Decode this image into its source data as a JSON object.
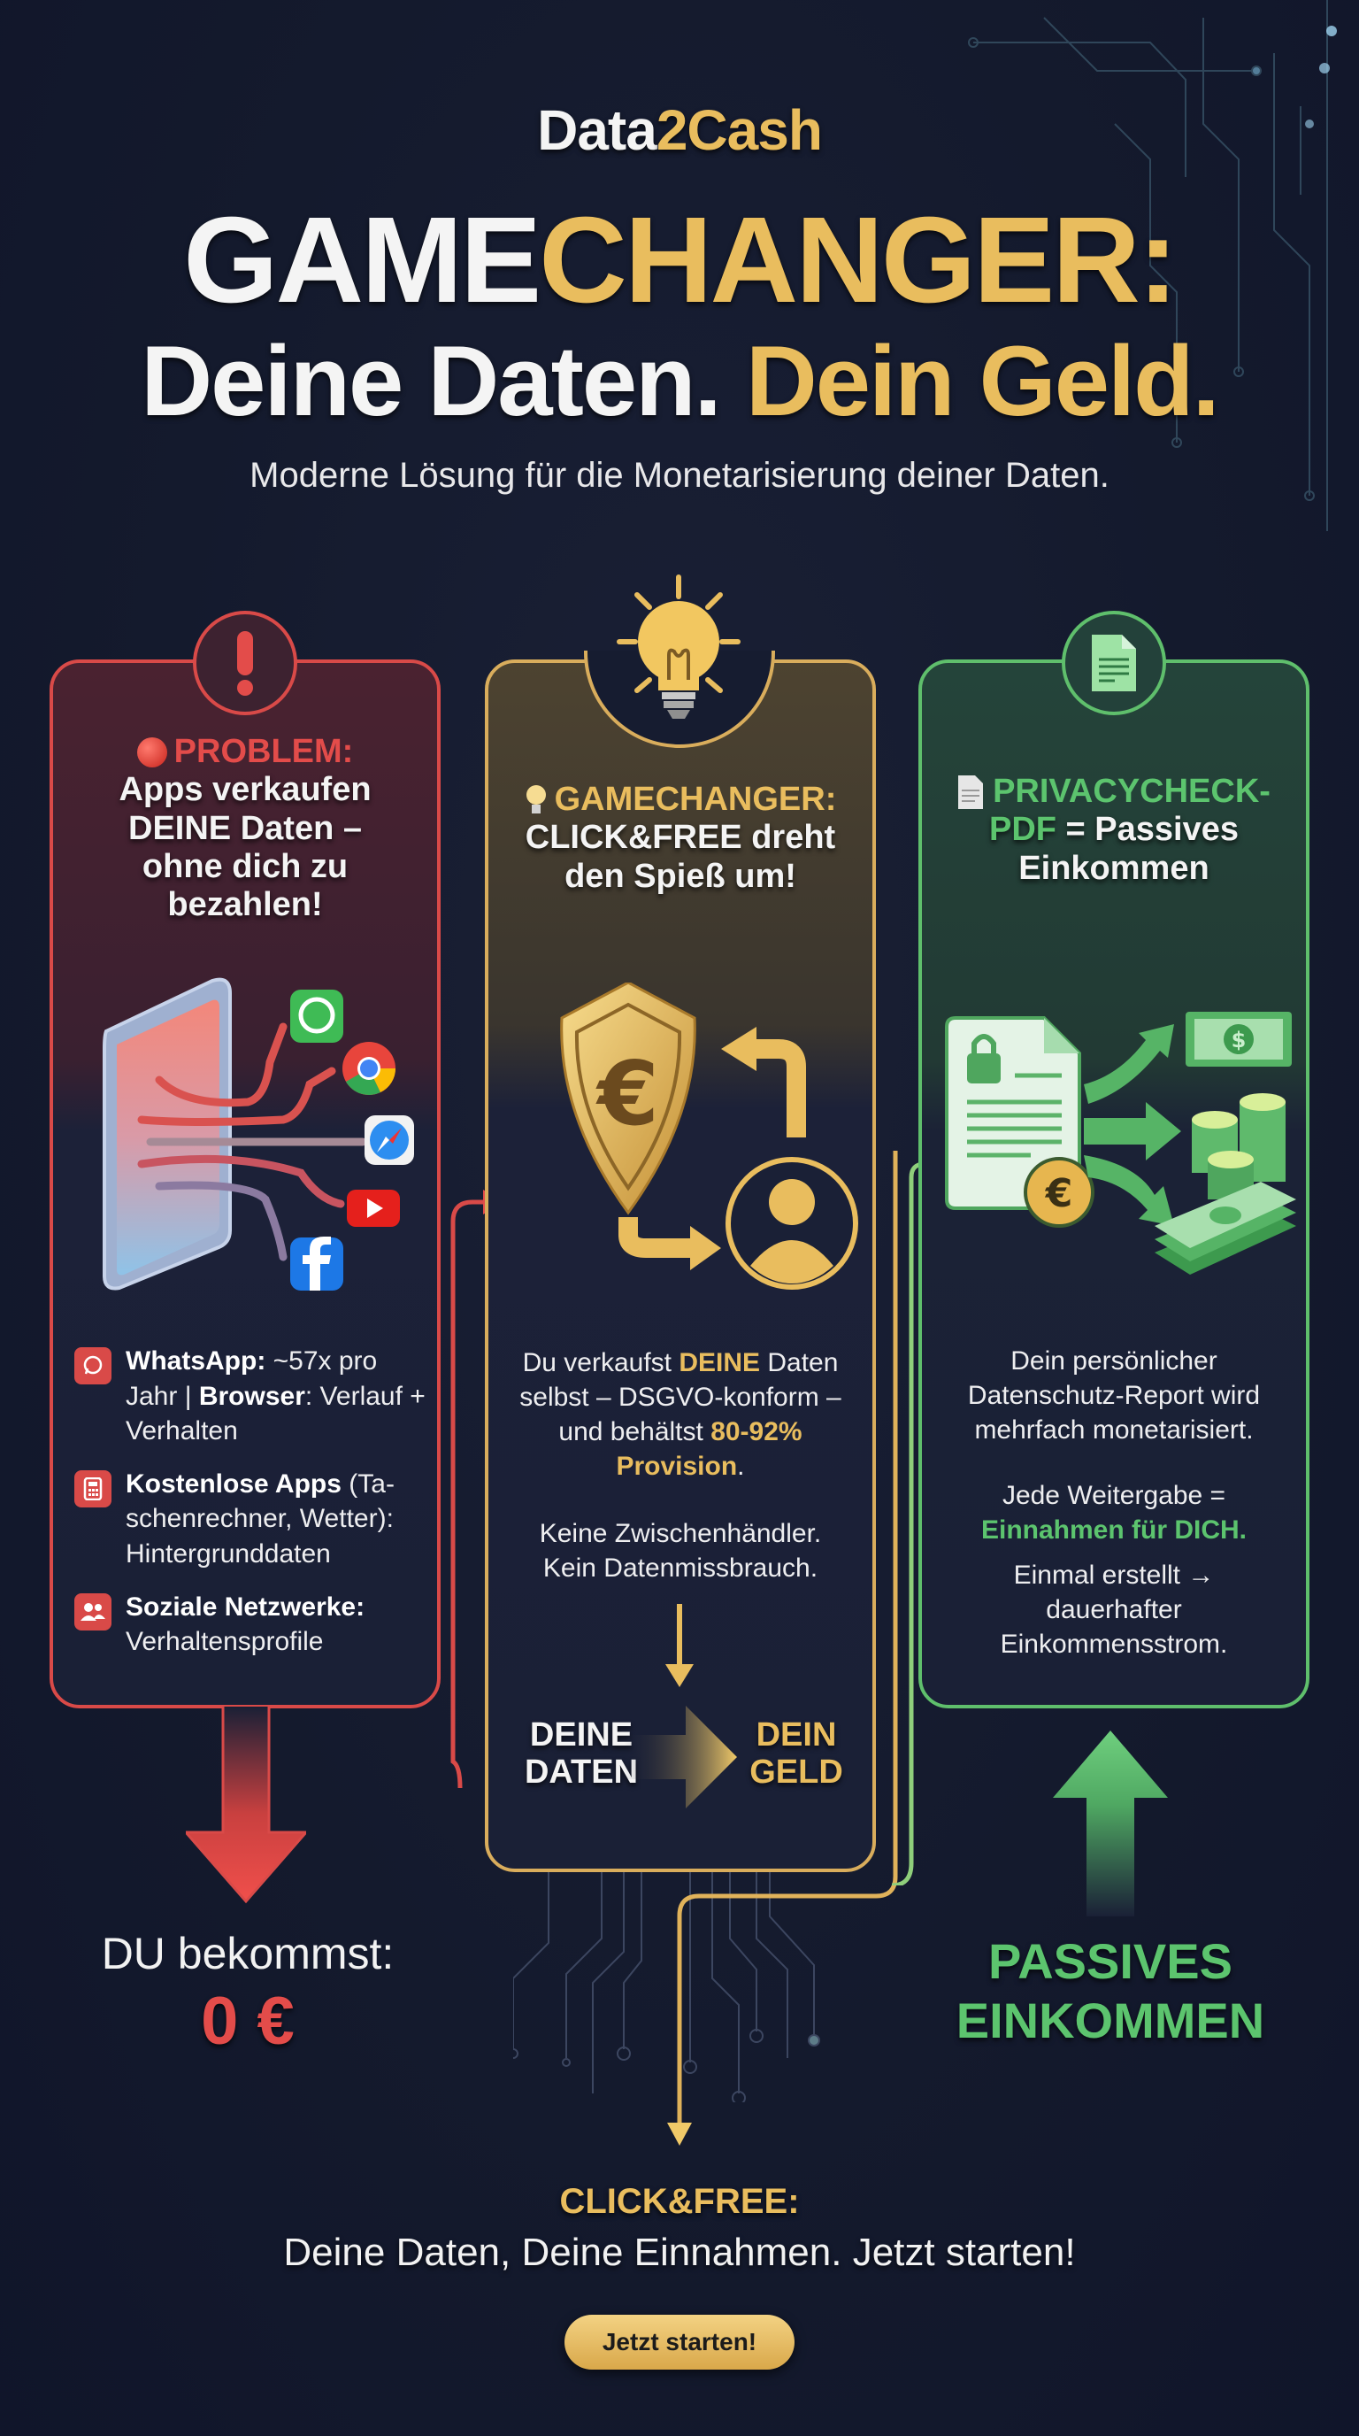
{
  "header": {
    "brand_prefix": "Data",
    "brand_accent": "2Cash",
    "headline_line1_white": "GAME",
    "headline_line1_gold": "CHANGER:",
    "headline_line2_white": "Deine Daten.",
    "headline_line2_gold": "Dein Geld.",
    "subtitle": "Moderne Lösung für die Monetarisierung deiner Daten."
  },
  "colors": {
    "background": "#141a2d",
    "gold": "#e9bd5e",
    "red": "#e34c4a",
    "green": "#5cc46e",
    "red_border": "#d94a48",
    "gold_border": "#d9ad5c",
    "green_border": "#5fbf6c"
  },
  "problem_card": {
    "badge_icon": "exclamation-icon",
    "title_label": "PROBLEM:",
    "title_lines": [
      "Apps verkaufen",
      "DEINE Daten –",
      "ohne dich zu",
      "bezahlen!"
    ],
    "illustration": {
      "device": "smartphone",
      "apps": [
        "WhatsApp",
        "Chrome",
        "Safari",
        "YouTube",
        "Facebook"
      ]
    },
    "bullets": [
      {
        "icon": "whatsapp-icon",
        "bold1": "WhatsApp:",
        "text1": " ~57x pro Jahr | ",
        "bold2": "Browser",
        "text2": ": Verlauf + Verhalten"
      },
      {
        "icon": "calculator-icon",
        "bold1": "Kostenlose Apps",
        "text1": " (Ta-schenrechner, Wetter): Hintergrunddaten",
        "bold2": "",
        "text2": ""
      },
      {
        "icon": "users-icon",
        "bold1": "Soziale Netzwerke:",
        "text1": " Verhaltensprofile",
        "bold2": "",
        "text2": ""
      }
    ],
    "result_label": "DU bekommst:",
    "result_value": "0 €"
  },
  "gamechanger_card": {
    "badge_icon": "lightbulb-icon",
    "title_label": "GAMECHANGER:",
    "title_lines": [
      "CLICK&FREE dreht",
      "den Spieß um!"
    ],
    "body_part1": "Du verkaufst ",
    "body_highlight1": "DEINE",
    "body_part2": " Daten selbst – DSGVO-konform – und behältst ",
    "body_highlight2": "80-92% Provision",
    "body_part3": ".",
    "body2_line1": "Keine Zwischenhändler.",
    "body2_line2": "Kein Datenmissbrauch.",
    "flow_from_line1": "DEINE",
    "flow_from_line2": "DATEN",
    "flow_to_line1": "DEIN",
    "flow_to_line2": "GELD"
  },
  "passive_card": {
    "badge_icon": "document-icon",
    "title_label_line1": "PRIVACYCHECK-",
    "title_label_line2": "PDF",
    "title_rest_line2": " = Passives",
    "title_line3": "Einkommen",
    "body1": "Dein persönlicher Datenschutz-Report wird mehrfach monetarisiert.",
    "body2_plain": "Jede Weitergabe =",
    "body2_highlight": "Einnahmen für DICH.",
    "body3": "Einmal erstellt → dauerhafter Einkommensstrom.",
    "result_line1": "PASSIVES",
    "result_line2": "EINKOMMEN"
  },
  "footer": {
    "cta_title": "CLICK&FREE:",
    "cta_subtitle": "Deine Daten, Deine Einnahmen. Jetzt starten!",
    "cta_button_label": "Jetzt starten!"
  }
}
